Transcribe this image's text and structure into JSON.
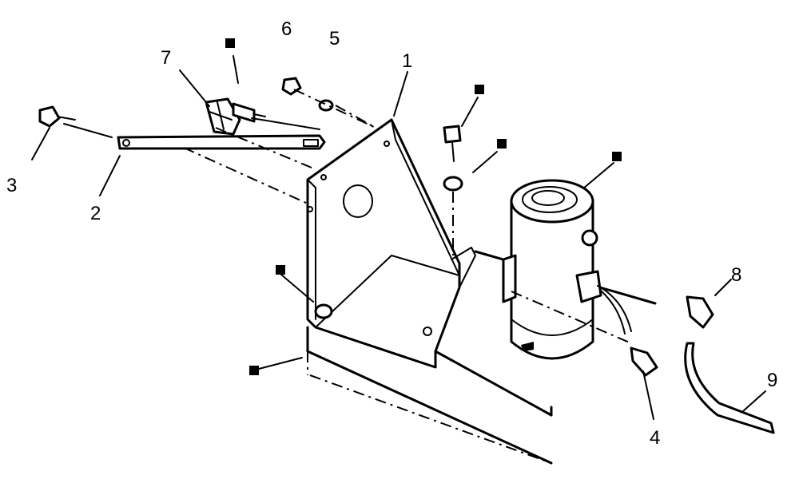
{
  "callouts": [
    "1",
    "2",
    "3",
    "4",
    "5",
    "6",
    "7",
    "8",
    "9"
  ],
  "marker_count": 7,
  "colors": {
    "ink": "#000000",
    "paper": "#ffffff"
  }
}
